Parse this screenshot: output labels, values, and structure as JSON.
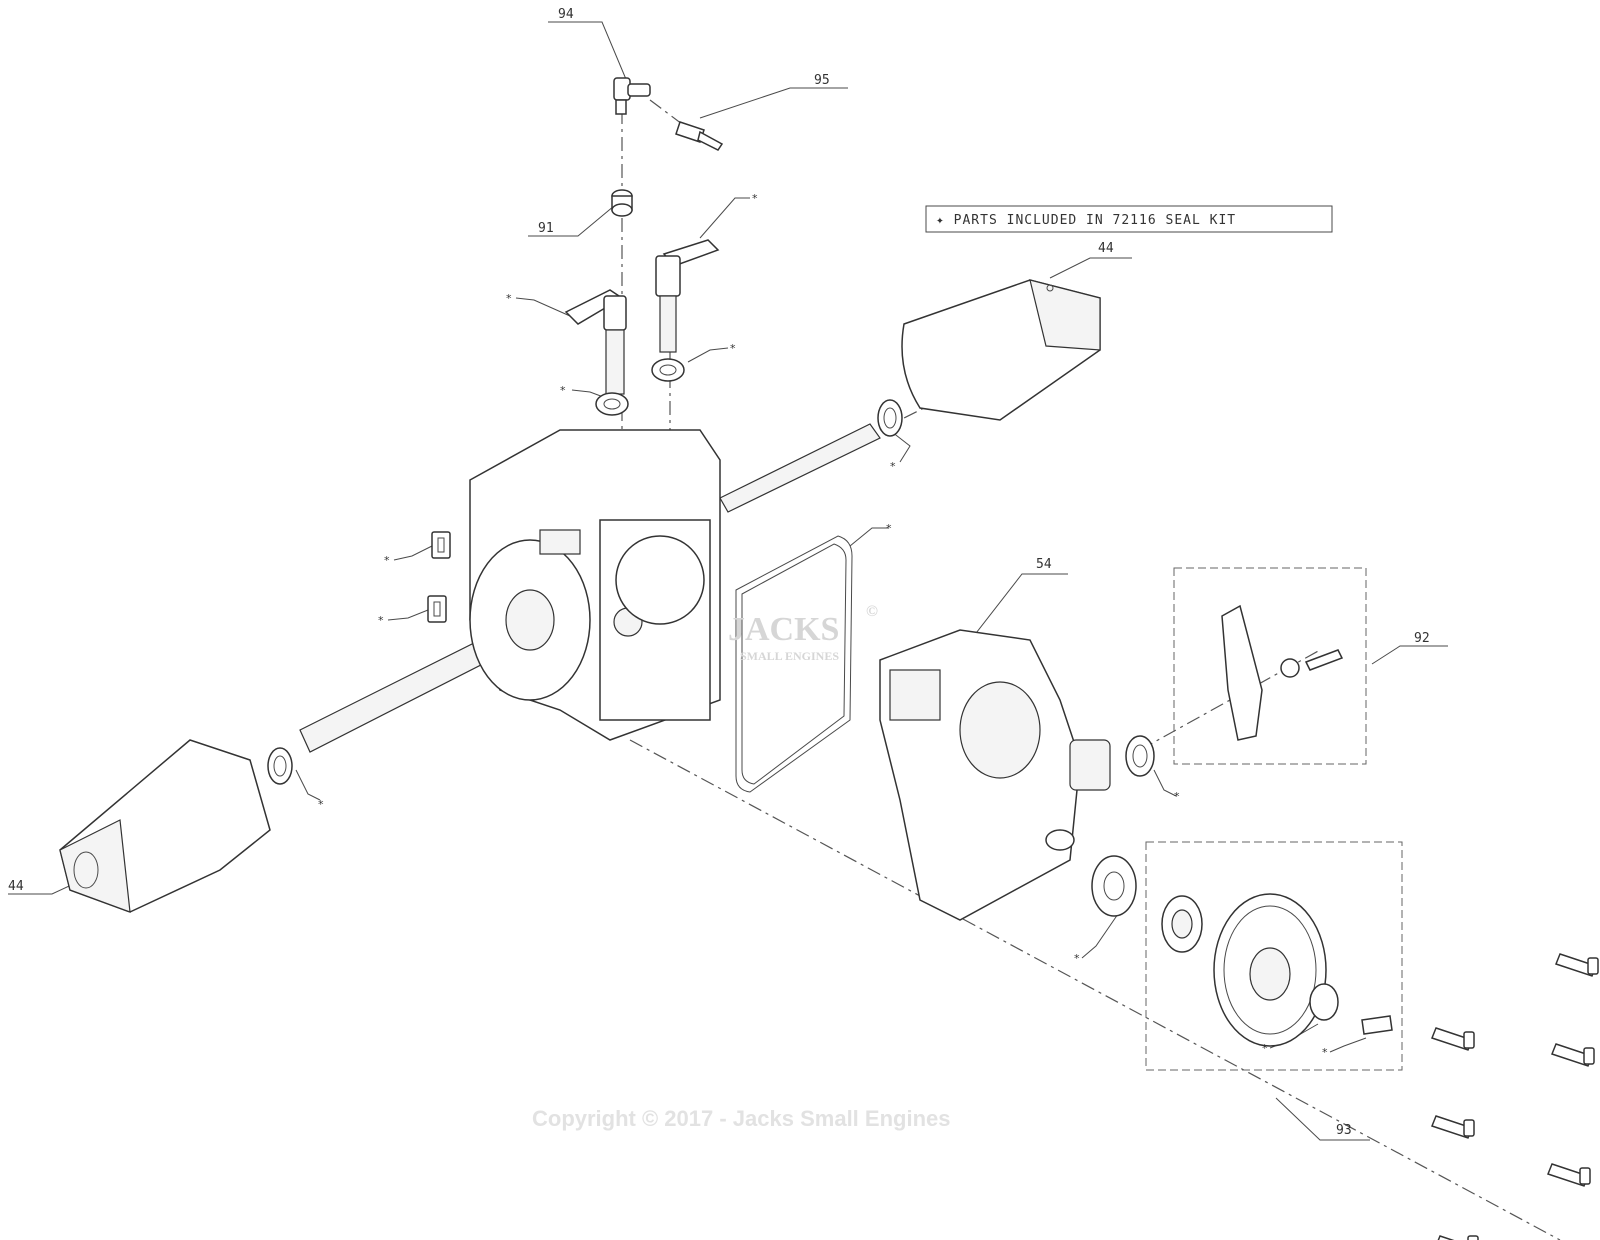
{
  "note": "✦ PARTS INCLUDED IN 72116 SEAL KIT",
  "watermark": "Copyright © 2017 - Jacks Small Engines",
  "logo": {
    "brand": "JACKS",
    "sub": "SMALL ENGINES",
    "mark": "©"
  },
  "labels": {
    "p94": "94",
    "p95": "95",
    "p91": "91",
    "p44_top": "44",
    "p44_left": "44",
    "p54": "54",
    "p92": "92",
    "p93": "93"
  },
  "star": "*"
}
